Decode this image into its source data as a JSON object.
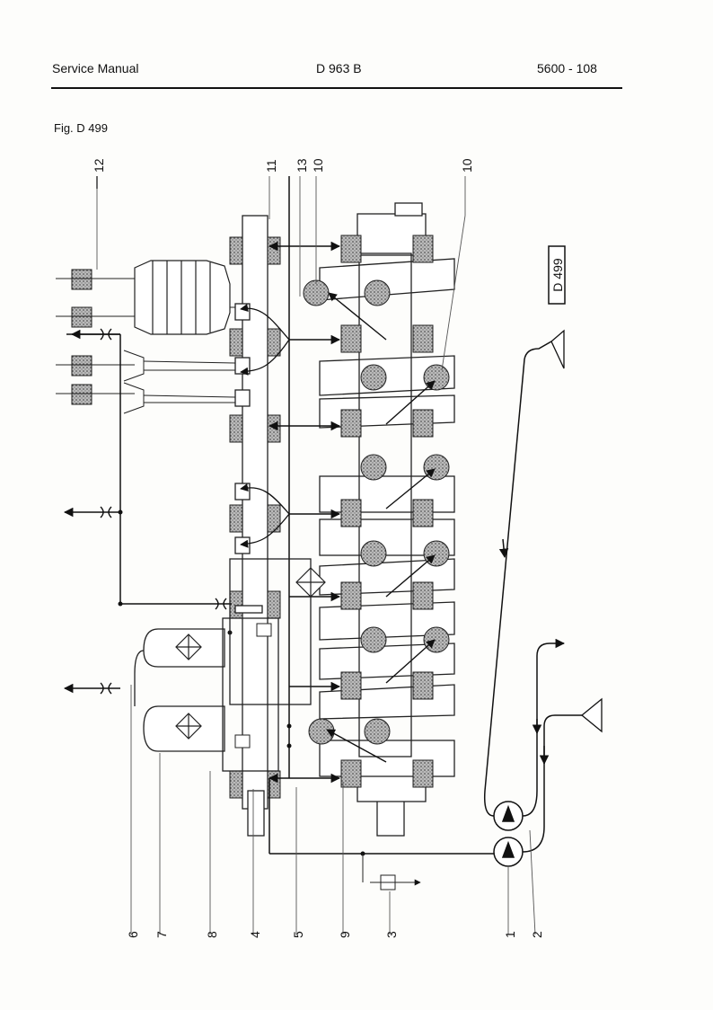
{
  "header": {
    "left": "Service Manual",
    "center": "D 963 B",
    "right": "5600  -  108"
  },
  "figure": {
    "caption": "Fig. D 499",
    "stamp": "D 499",
    "callouts": [
      "1",
      "2",
      "3",
      "4",
      "5",
      "6",
      "7",
      "8",
      "9",
      "10",
      "10",
      "11",
      "12",
      "13"
    ]
  }
}
